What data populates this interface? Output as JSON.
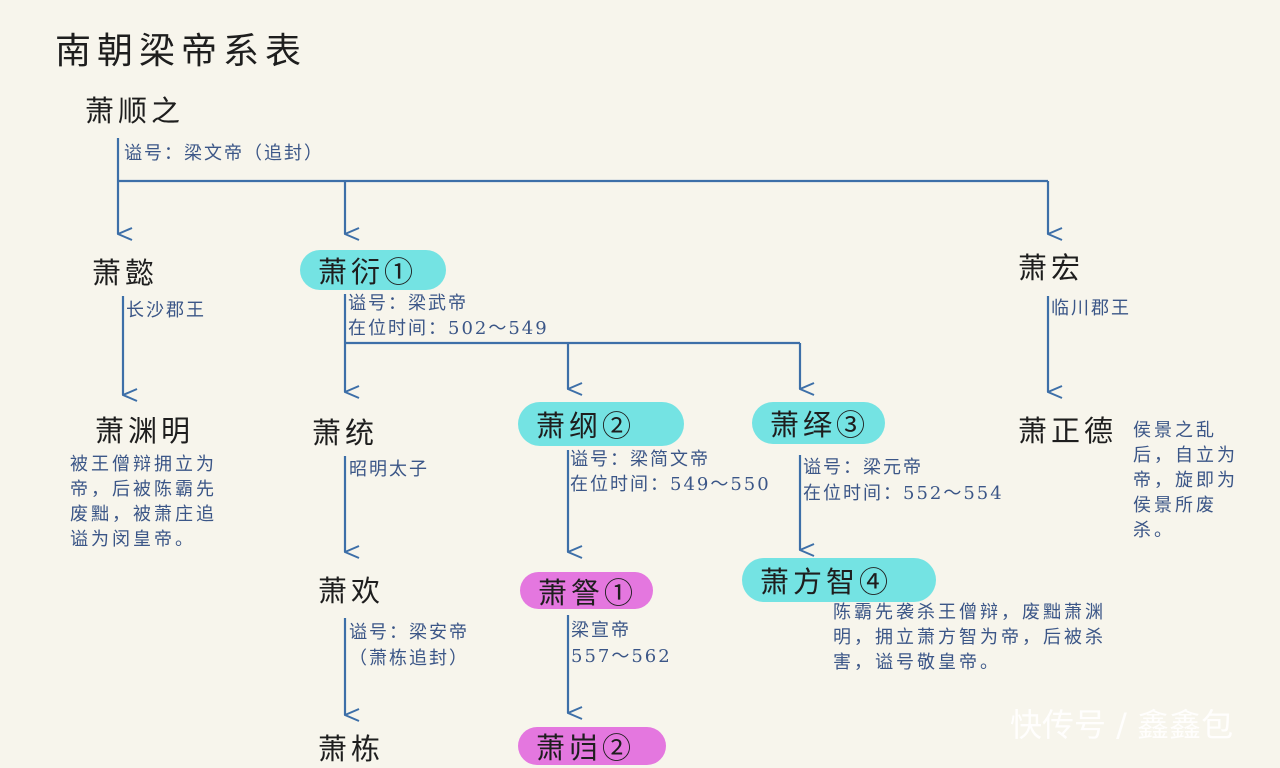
{
  "title": "南朝梁帝系表",
  "watermark": "快传号 / 鑫鑫包",
  "colors": {
    "emperor_highlight": "#74e3e3",
    "later_liang_highlight": "#e477df",
    "arrow": "#3d6fa8",
    "note_text": "#3b5687"
  },
  "nodes": {
    "xiao_shunzhi": {
      "name": "萧顺之",
      "note": "谥号：梁文帝（追封）"
    },
    "xiao_yi": {
      "name": "萧懿",
      "note": "长沙郡王"
    },
    "xiao_yan": {
      "name": "萧衍①",
      "note1": "谥号：梁武帝",
      "note2": "在位时间：502～549"
    },
    "xiao_hong": {
      "name": "萧宏",
      "note": "临川郡王"
    },
    "xiao_yuanming": {
      "name": "萧渊明",
      "desc": "被王僧辩拥立为帝，后被陈霸先废黜，被萧庄追谥为闵皇帝。"
    },
    "xiao_tong": {
      "name": "萧统",
      "note": "昭明太子"
    },
    "xiao_gang": {
      "name": "萧纲②",
      "note1": "谥号：梁简文帝",
      "note2": "在位时间：549～550"
    },
    "xiao_yi2": {
      "name": "萧绎③",
      "note1": "谥号：梁元帝",
      "note2": "在位时间：552～554"
    },
    "xiao_zhengde": {
      "name": "萧正德",
      "desc": "侯景之乱后，自立为帝，旋即为侯景所废杀。"
    },
    "xiao_huan": {
      "name": "萧欢",
      "note1": "谥号：梁安帝",
      "note2": "（萧栋追封）"
    },
    "xiao_cha": {
      "name": "萧詧①",
      "note1": "梁宣帝",
      "note2": "557～562"
    },
    "xiao_fangzhi": {
      "name": "萧方智④",
      "desc": "陈霸先袭杀王僧辩，废黜萧渊明，拥立萧方智为帝，后被杀害，谥号敬皇帝。"
    },
    "xiao_dong": {
      "name": "萧栋"
    },
    "xiao_kui": {
      "name": "萧岿②"
    }
  }
}
